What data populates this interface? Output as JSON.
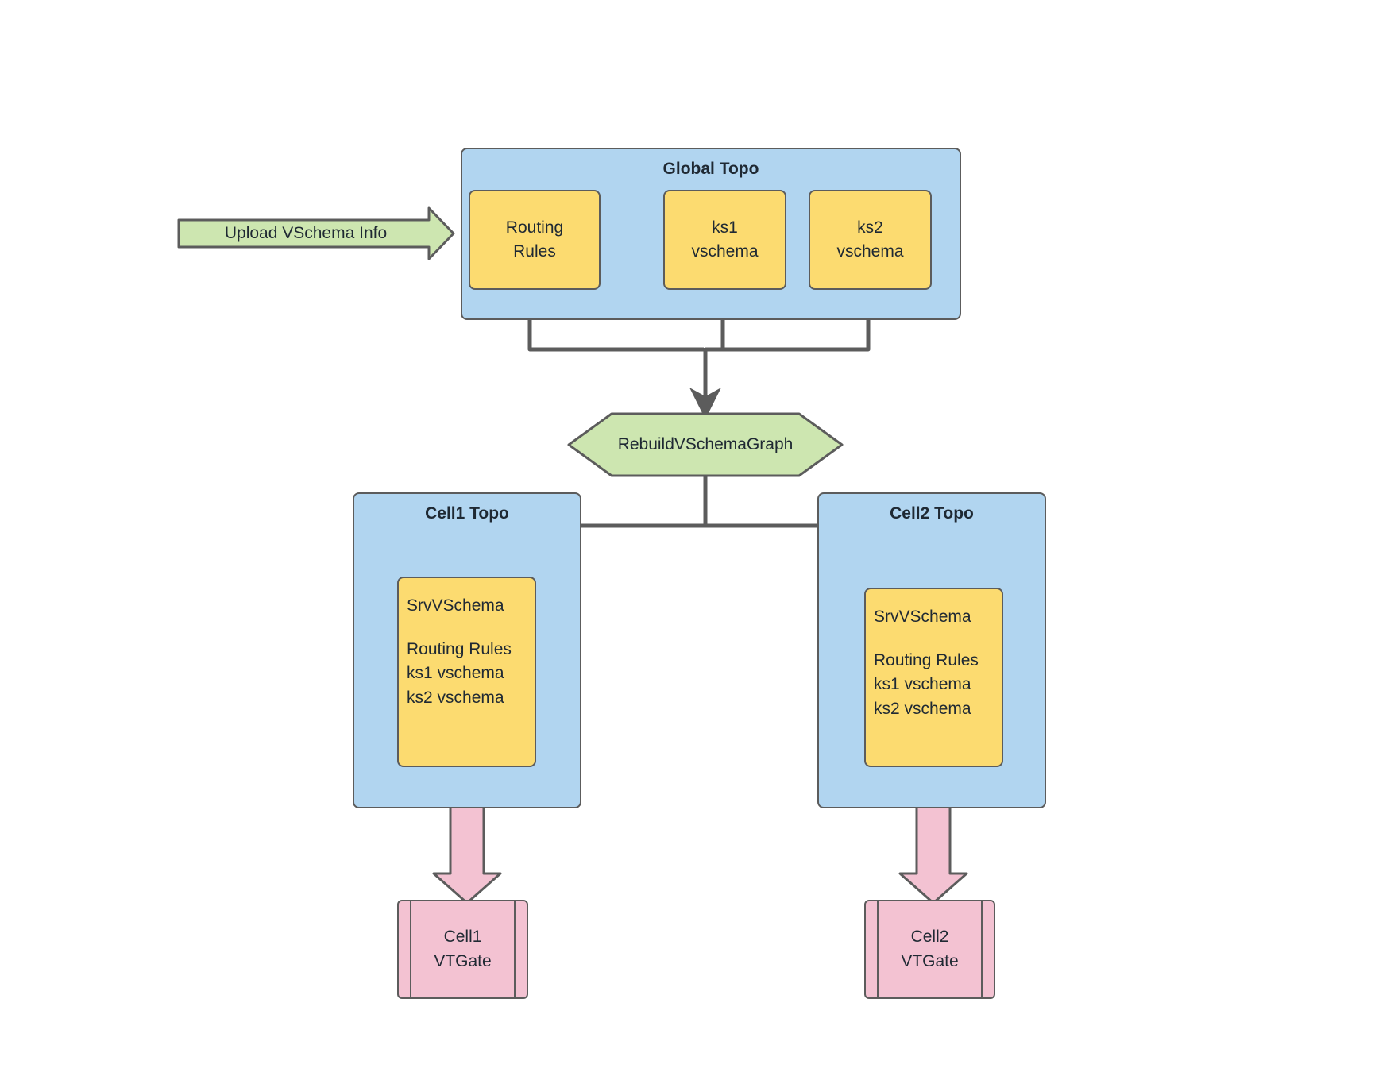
{
  "diagram": {
    "type": "flowchart",
    "title": "VSchema rebuild topology flow",
    "colors": {
      "topo_fill": "#b1d5f0",
      "store_fill": "#fcdb70",
      "callout_fill": "#cde6b0",
      "hexagon_fill": "#cde6b0",
      "vtgate_fill": "#f3c2d2",
      "stroke": "#5c5c5c",
      "text": "#1f2933"
    }
  },
  "upload_callout": {
    "label": "Upload VSchema Info",
    "shape": "block-arrow-right"
  },
  "global_topo": {
    "title": "Global Topo",
    "stores": [
      {
        "label": "Routing\nRules",
        "name": "routing-rules"
      },
      {
        "label": "ks1\nvschema",
        "name": "ks1-vschema"
      },
      {
        "label": "ks2\nvschema",
        "name": "ks2-vschema"
      }
    ]
  },
  "rebuild": {
    "label": "RebuildVSchemaGraph",
    "shape": "hexagon"
  },
  "cells": [
    {
      "name": "cell1",
      "topo_title": "Cell1 Topo",
      "srv_heading": "SrvVSchema",
      "srv_items": "Routing Rules\nks1 vschema\nks2 vschema",
      "vtgate_label": "Cell1\nVTGate"
    },
    {
      "name": "cell2",
      "topo_title": "Cell2 Topo",
      "srv_heading": "SrvVSchema",
      "srv_items": "Routing Rules\nks1 vschema\nks2 vschema",
      "vtgate_label": "Cell2\nVTGate"
    }
  ]
}
